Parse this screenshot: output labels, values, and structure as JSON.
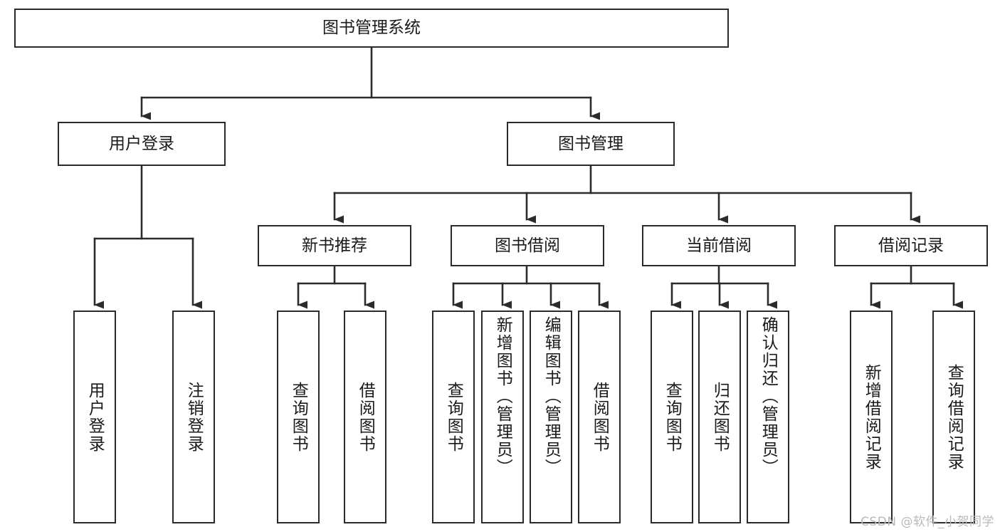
{
  "diagram": {
    "title": "图书管理系统",
    "style": {
      "line_color": "#2b2b2b",
      "box_border_color": "#2b2b2b",
      "box_fill": "#ffffff",
      "text_color": "#1a1a1a",
      "background": "#ffffff"
    },
    "root": {
      "label": "图书管理系统"
    },
    "level2": [
      {
        "label": "用户登录"
      },
      {
        "label": "图书管理"
      }
    ],
    "level3": [
      {
        "label": "新书推荐"
      },
      {
        "label": "图书借阅"
      },
      {
        "label": "当前借阅"
      },
      {
        "label": "借阅记录"
      }
    ],
    "leaves": {
      "user_login": [
        {
          "label": "用户登录"
        },
        {
          "label": "注销登录"
        }
      ],
      "new_book_recommend": [
        {
          "label": "查询图书"
        },
        {
          "label": "借阅图书"
        }
      ],
      "book_borrow": [
        {
          "label": "查询图书"
        },
        {
          "label": "新增图书（管理员）"
        },
        {
          "label": "编辑图书（管理员）"
        },
        {
          "label": "借阅图书"
        }
      ],
      "current_borrow": [
        {
          "label": "查询图书"
        },
        {
          "label": "归还图书"
        },
        {
          "label": "确认归还（管理员）"
        }
      ],
      "borrow_record": [
        {
          "label": "新增借阅记录"
        },
        {
          "label": "查询借阅记录"
        }
      ]
    }
  },
  "watermark": {
    "text": "CSDN @软件_小贺同学"
  }
}
